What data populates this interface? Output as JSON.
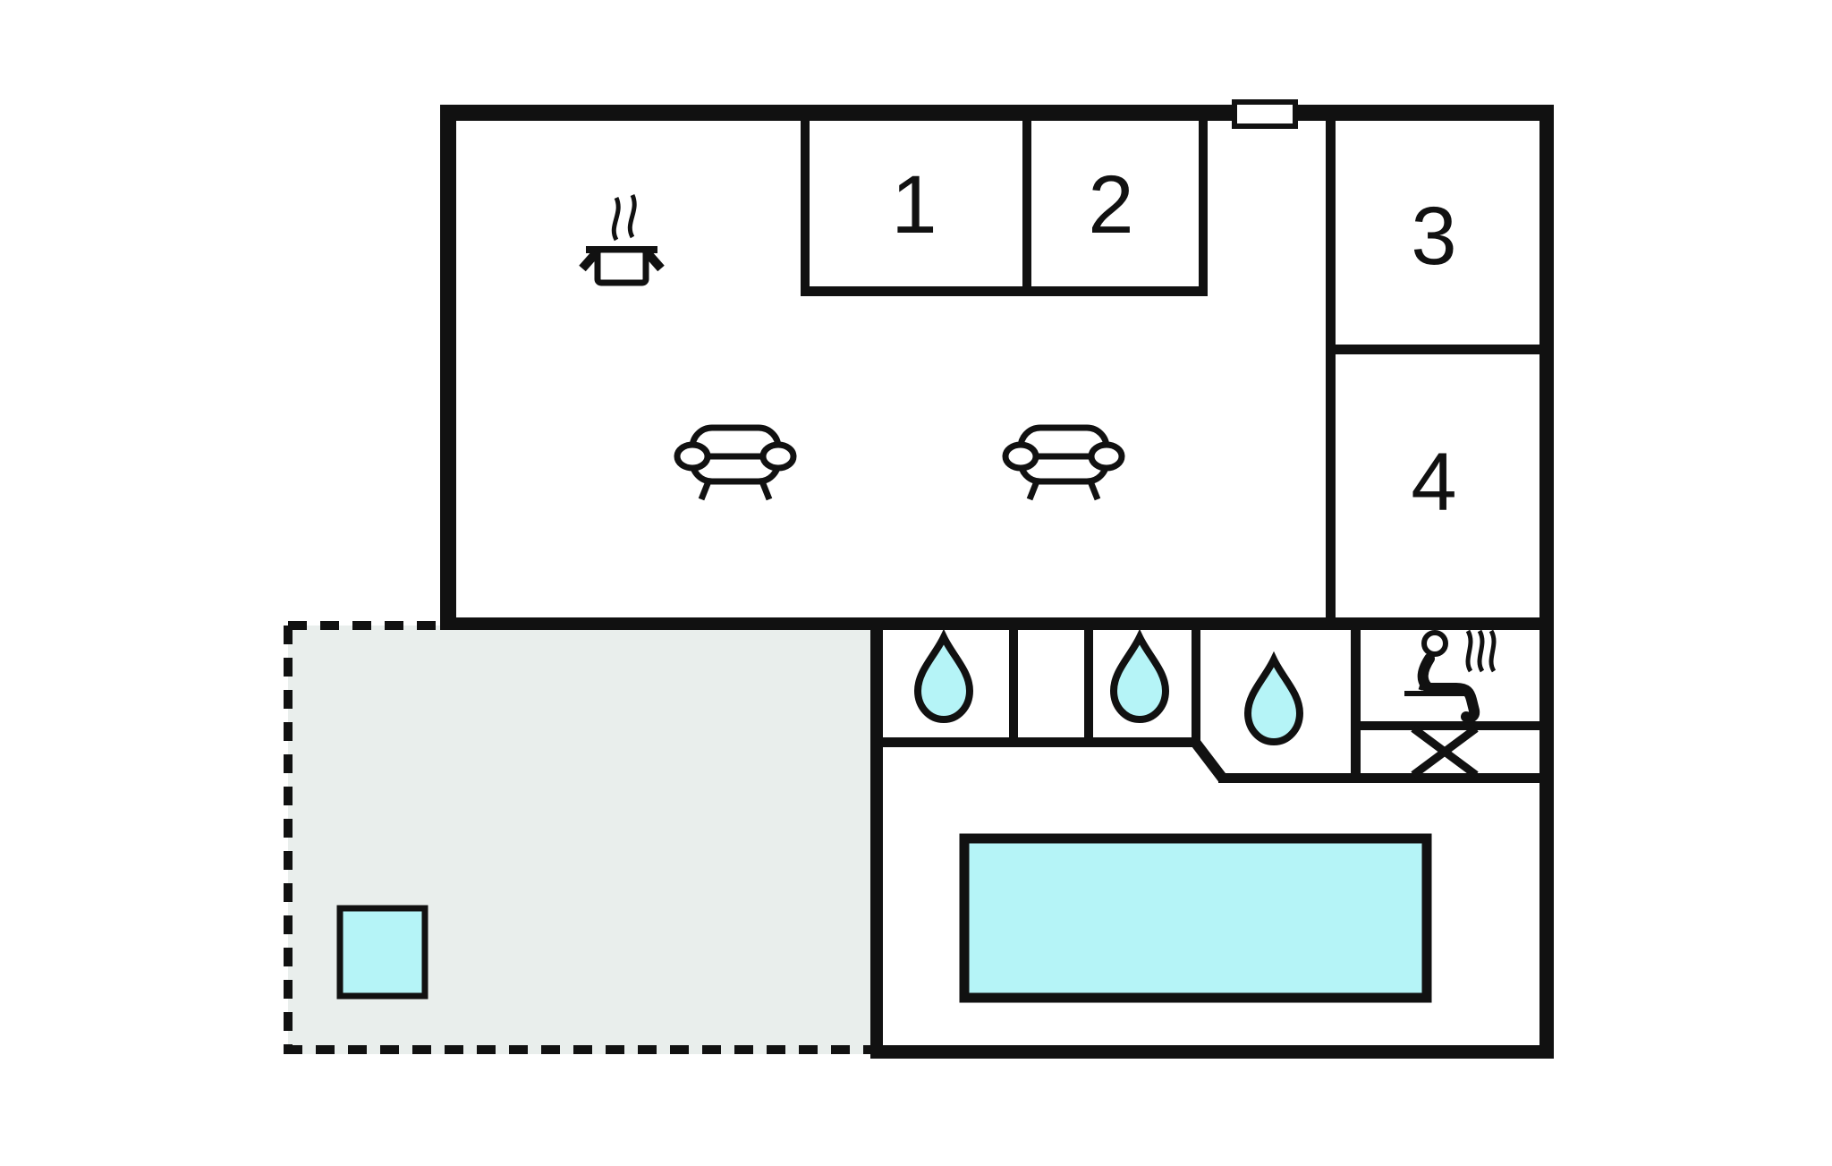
{
  "plan": {
    "type": "holiday-home-floor-plan",
    "rooms": [
      {
        "label": "1"
      },
      {
        "label": "2"
      },
      {
        "label": "3"
      },
      {
        "label": "4"
      }
    ],
    "icons": {
      "kitchen": "cooking-pot-icon",
      "living_room": [
        "sofa-icon",
        "sofa-icon"
      ],
      "bathrooms": [
        "water-drop-icon",
        "water-drop-icon",
        "water-drop-icon"
      ],
      "sauna": "sauna-person-icon",
      "utility": "cross-table-icon",
      "entrance": "door-marker"
    },
    "features": {
      "pool": "swimming-pool",
      "terrace": "dashed-terrace",
      "hot_tub": "small-water-square"
    },
    "colors": {
      "wall": "#111111",
      "water": "#b5f4f7",
      "terrace": "#e9eeec",
      "background": "#ffffff"
    }
  }
}
